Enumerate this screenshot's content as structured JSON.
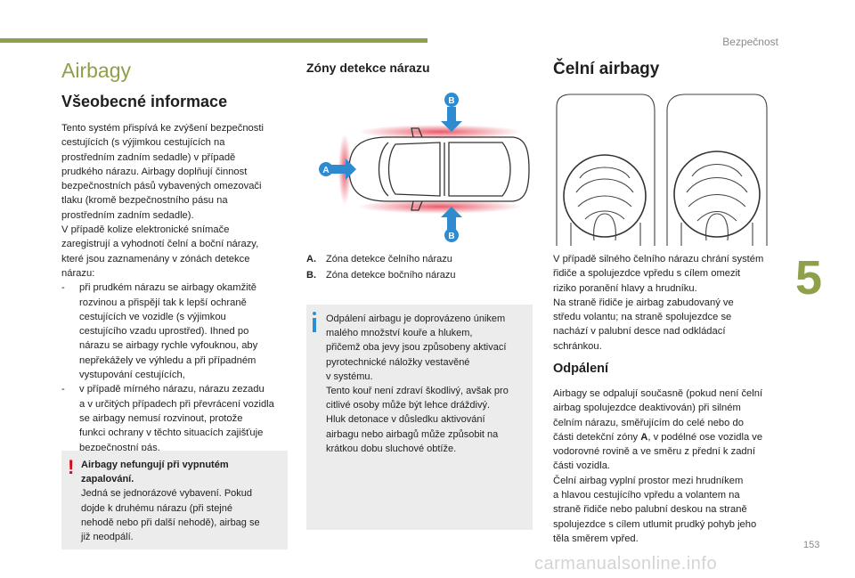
{
  "header": {
    "section": "Bezpečnost",
    "chapter_number": "5",
    "page_number": "153",
    "watermark": "carmanualsonline.info"
  },
  "col1": {
    "chapter_title": "Airbagy",
    "heading": "Všeobecné informace",
    "intro_lines": [
      "Tento systém přispívá ke zvýšení bezpečnosti",
      "cestujících (s výjimkou cestujících na",
      "prostředním zadním sedadle) v případě",
      "prudkého nárazu. Airbagy doplňují činnost",
      "bezpečnostních pásů vybavených omezovači",
      "tlaku (kromě bezpečnostního pásu na",
      "prostředním zadním sedadle).",
      "V případě kolize elektronické snímače",
      "zaregistrují a vyhodnotí čelní a boční nárazy,",
      "které jsou zaznamenány v zónách detekce",
      "nárazu:"
    ],
    "bullet1_lines": [
      "při prudkém nárazu se airbagy okamžitě",
      "rozvinou a přispějí tak k lepší ochraně",
      "cestujících ve vozidle (s výjimkou",
      "cestujícího vzadu uprostřed). Ihned po",
      "nárazu se airbagy rychle vyfouknou, aby",
      "nepřekážely ve výhledu a při případném",
      "vystupování cestujících,"
    ],
    "bullet2_lines": [
      "v případě mírného nárazu, nárazu zezadu",
      "a v určitých případech při převrácení vozidla",
      "se airbagy nemusí rozvinout, protože",
      "funkci ochrany v těchto situacích zajišťuje",
      "bezpečnostní pás."
    ],
    "dash": "-",
    "warning": {
      "mark": "!",
      "title_line1": "Airbagy nefungují při vypnutém",
      "title_line2": "zapalování.",
      "lines": [
        "Jedná se jednorázové vybavení. Pokud",
        "dojde k druhému nárazu (při stejné",
        "nehodě nebo při další nehodě), airbag se",
        "již neodpálí."
      ]
    }
  },
  "col2": {
    "heading": "Zóny detekce nárazu",
    "diagram_labels": {
      "a": "A",
      "b_top": "B",
      "b_bottom": "B"
    },
    "accent_colors": {
      "zone": "#e8495a",
      "marker": "#2e8bd0"
    },
    "legend": [
      {
        "key": "A.",
        "text": "Zóna detekce čelního nárazu"
      },
      {
        "key": "B.",
        "text": "Zóna detekce bočního nárazu"
      }
    ],
    "info_lines": [
      "Odpálení airbagu je doprovázeno únikem",
      "malého množství kouře a hlukem,",
      "přičemž oba jevy jsou způsobeny aktivací",
      "pyrotechnické náložky vestavěné",
      "v systému.",
      "Tento kouř není zdraví škodlivý, avšak pro",
      "citlivé osoby může být lehce dráždivý.",
      "Hluk detonace v důsledku aktivování",
      "airbagu nebo airbagů může způsobit na",
      "krátkou dobu sluchové obtíže."
    ]
  },
  "col3": {
    "heading": "Čelní airbagy",
    "para_lines": [
      "V případě silného čelního nárazu chrání systém",
      "řidiče a spolujezdce vpředu s cílem omezit",
      "riziko poranění hlavy a hrudníku.",
      "Na straně řidiče je airbag zabudovaný ve",
      "středu volantu; na straně spolujezdce se",
      "nachází v palubní desce nad odkládací",
      "schránkou."
    ],
    "subheading": "Odpálení",
    "deploy_lines_before": [
      "Airbagy se odpalují současně (pokud není čelní",
      "airbag spolujezdce deaktivován) při silném",
      "čelním nárazu, směřujícím do celé nebo do"
    ],
    "deploy_mixed": {
      "pre": "části detekční zóny ",
      "bold": "A",
      "post": ", v podélné ose vozidla ve"
    },
    "deploy_lines_after": [
      "vodorovné rovině a ve směru z přední k zadní",
      "části vozidla.",
      "Čelní airbag vyplní prostor mezi hrudníkem",
      "a hlavou cestujícího vpředu a volantem na",
      "straně řidiče nebo palubní deskou na straně",
      "spolujezdce s cílem utlumit prudký pohyb jeho",
      "těla směrem vpřed."
    ]
  }
}
